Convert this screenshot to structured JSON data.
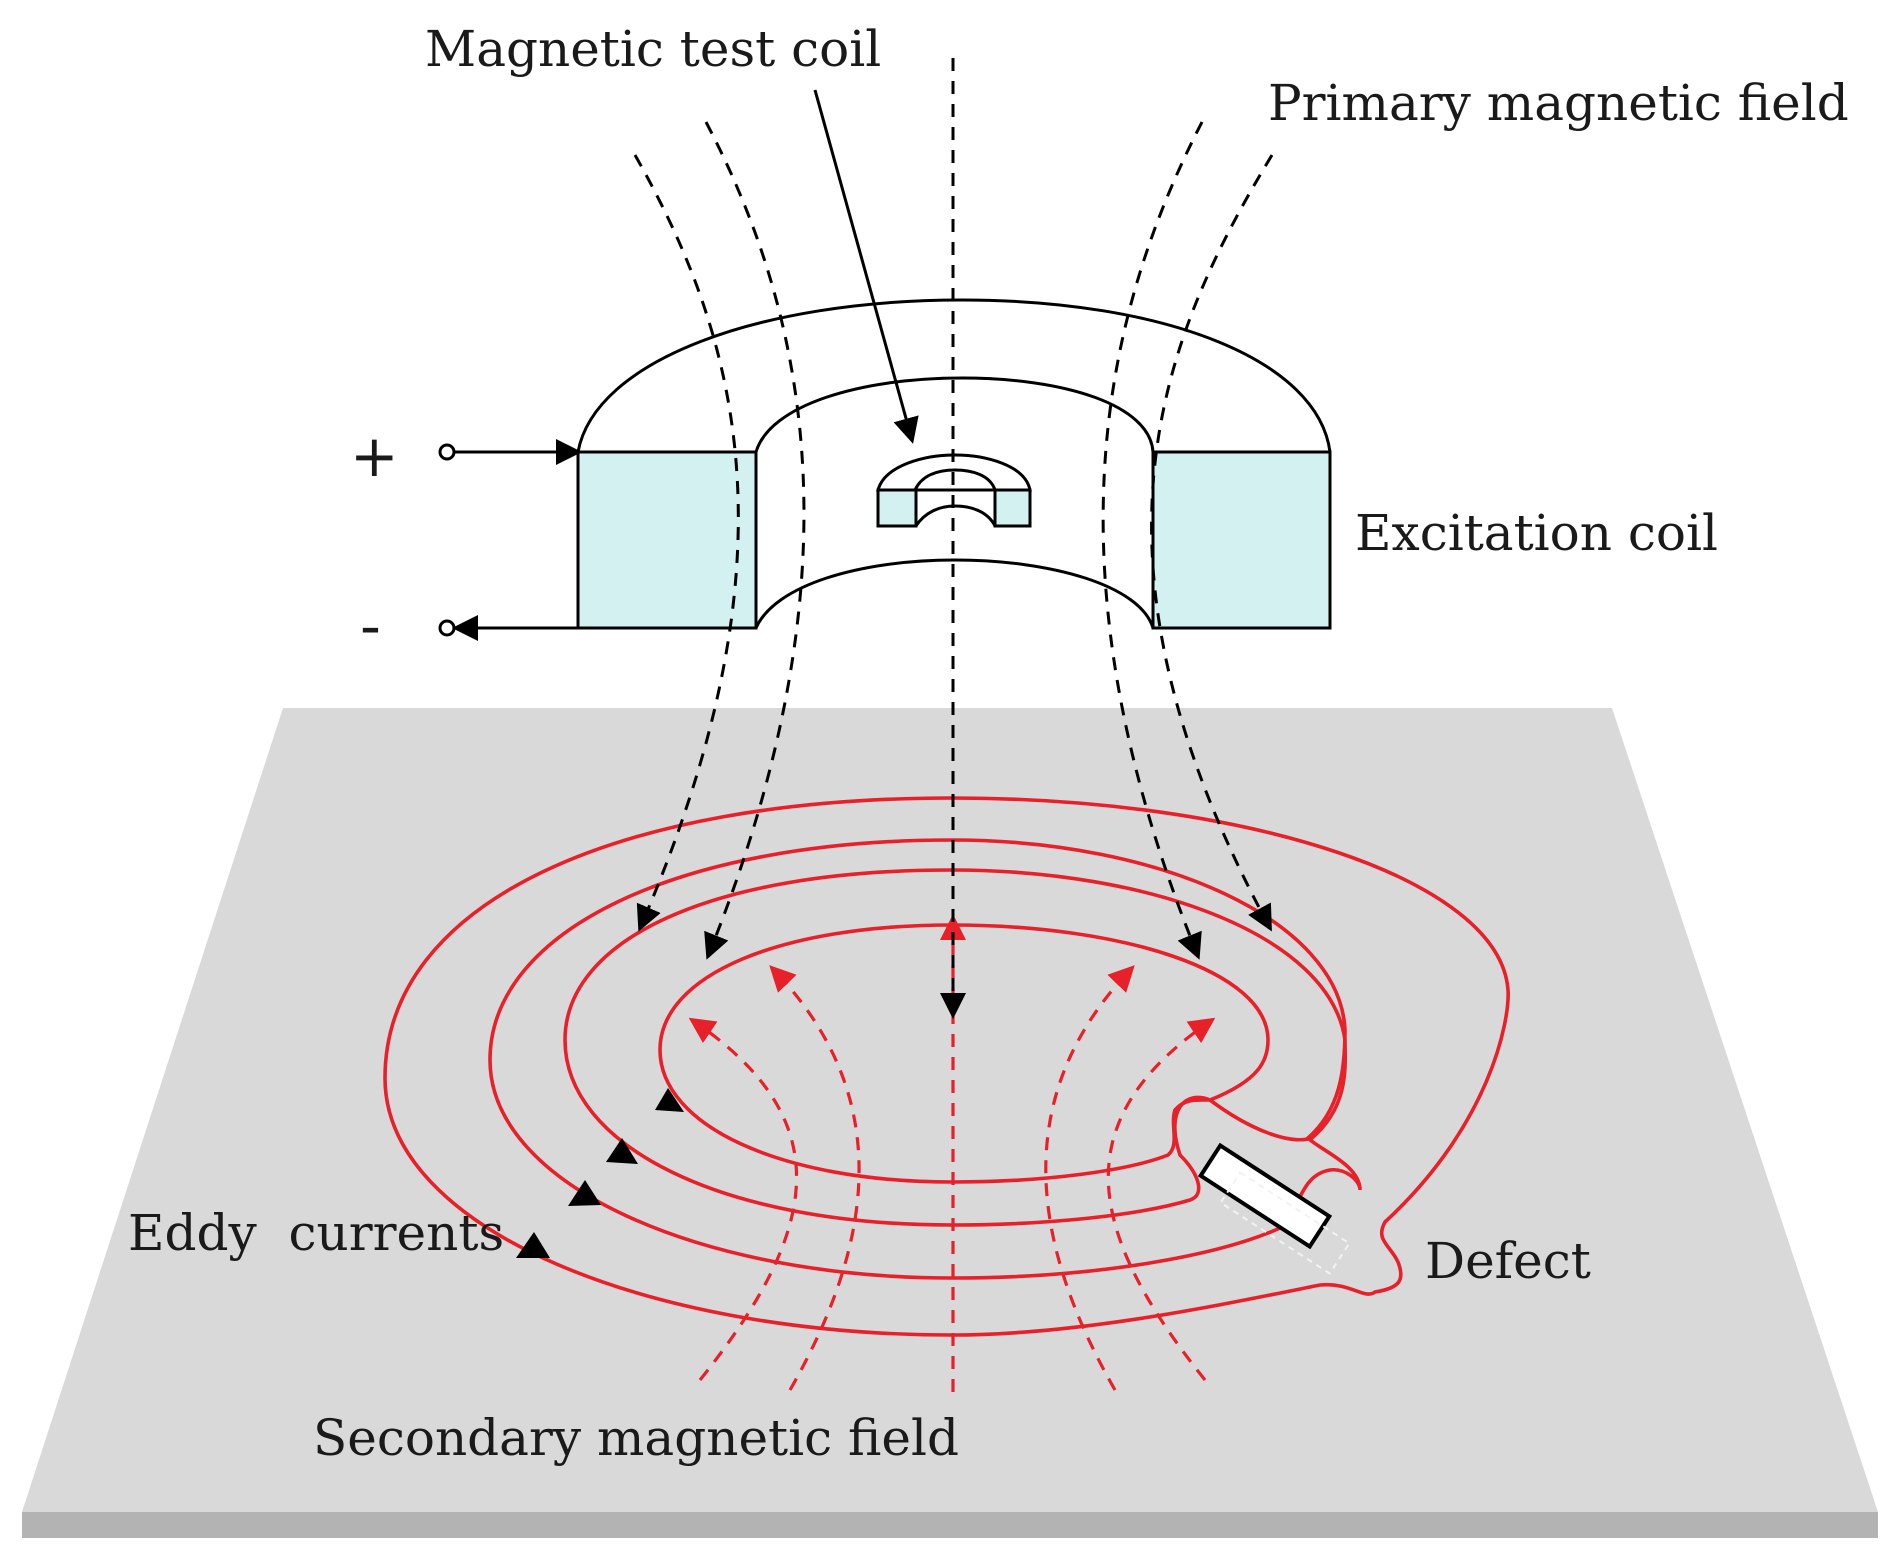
{
  "labels": {
    "test_coil": "Magnetic test coil",
    "primary_field": "Primary magnetic field",
    "excitation_coil": "Excitation coil",
    "eddy_currents": "Eddy  currents",
    "defect": "Defect",
    "secondary_field": "Secondary magnetic field",
    "plus": "+",
    "minus": "-"
  },
  "colors": {
    "plate": "#d9d9d9",
    "plate_edge": "#b3b3b3",
    "coil_fill": "#d4f1f1",
    "eddy_red": "#e8202a",
    "field_black": "#000000"
  }
}
